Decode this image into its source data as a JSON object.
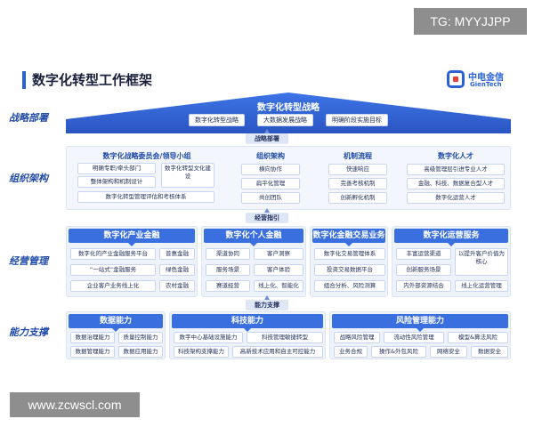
{
  "watermark_top": "TG: MYYJJPP",
  "watermark_bottom": "www.zcwscl.com",
  "page_title": "数字化转型工作框架",
  "logo": {
    "cn": "中电金信",
    "en": "GienTech"
  },
  "row_labels": {
    "strategy": "战略部署",
    "org": "组织架构",
    "ops": "经营管理",
    "capability": "能力支撑"
  },
  "strategy": {
    "title": "数字化转型战略",
    "items": [
      "数字化转型战略",
      "大数据发展战略",
      "明确阶段实施目标"
    ]
  },
  "connectors": {
    "c1": "战略部署",
    "c2": "经营指引",
    "c3": "能力支撑"
  },
  "org": {
    "committee": {
      "title": "数字化战略委员会/领导小组",
      "items": [
        "明确专职/牵头部门",
        "整体架构和机制设计",
        "数字化转型文化建设",
        "数字化转型管理评估和考核体系"
      ]
    },
    "structure": {
      "title": "组织架构",
      "items": [
        "横向协作",
        "扁平化管理",
        "共创团队"
      ]
    },
    "process": {
      "title": "机制流程",
      "items": [
        "快速响应",
        "完善考核机制",
        "创新孵化机制"
      ]
    },
    "talent": {
      "title": "数字化人才",
      "items": [
        "高级管理层引进专业人才",
        "金融、科技、数据复合型人才",
        "数字化运营人才"
      ]
    }
  },
  "ops": {
    "industry": {
      "title": "数字化产业金融",
      "items": [
        "数字化的产业金融服务平台",
        "普惠金融",
        "“一站式”金融服务",
        "绿色金融",
        "企业客户业务线上化",
        "农村金融"
      ]
    },
    "personal": {
      "title": "数字化个人金融",
      "items": [
        "渠道协同",
        "客户洞察",
        "服务场景",
        "客户体验",
        "赛道经营",
        "线上化、智能化"
      ]
    },
    "trading": {
      "title": "数字化金融交易业务",
      "items": [
        "数字化交易管理体系",
        "投资交易数据平台",
        "组合分析、风险测算"
      ]
    },
    "operation": {
      "title": "数字化运营服务",
      "items": [
        "丰富运营渠道",
        "以提升客户价值为核心",
        "创新服务场景",
        "内外部资源结合",
        "线上化运营管理"
      ]
    }
  },
  "capability": {
    "data": {
      "title": "数据能力",
      "items": [
        "数据治理能力",
        "质量控制能力",
        "数据管理能力",
        "数据应用能力"
      ]
    },
    "tech": {
      "title": "科技能力",
      "items": [
        "数字中心基础设施能力",
        "科技管理敏捷转型",
        "科技架构支撑能力",
        "高新技术应用和自主可控能力"
      ]
    },
    "risk": {
      "title": "风险管理能力",
      "items": [
        "战略风险管理",
        "流动性风险管理",
        "模型&算法风险",
        "业务合规",
        "操作&外包风险",
        "网络安全",
        "数据安全"
      ]
    }
  }
}
